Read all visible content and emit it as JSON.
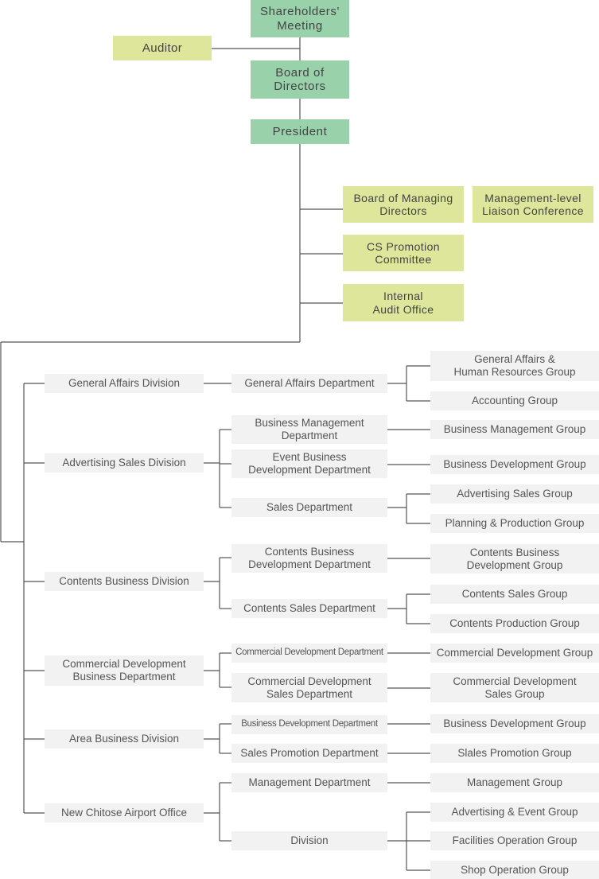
{
  "top": {
    "shareholders": "Shareholders'\nMeeting",
    "auditor": "Auditor",
    "board": "Board of\nDirectors",
    "president": "President",
    "managing": "Board of Managing\nDirectors",
    "liaison": "Management-level\nLiaison Conference",
    "cs": "CS Promotion\nCommittee",
    "audit_office": "Internal\nAudit Office"
  },
  "divisions": {
    "general_affairs": "General Affairs Division",
    "advertising_sales": "Advertising Sales Division",
    "contents_business": "Contents Business Division",
    "commercial_development": "Commercial Development\nBusiness Department",
    "area_business": "Area Business Division",
    "new_chitose": "New Chitose Airport Office"
  },
  "departments": {
    "general_affairs": "General Affairs Department",
    "business_management": "Business Management\nDepartment",
    "event_business": "Event Business\nDevelopment Department",
    "sales": "Sales Department",
    "contents_business_dev": "Contents Business\nDevelopment Department",
    "contents_sales": "Contents Sales Department",
    "commercial_dev": "Commercial Development Department",
    "commercial_dev_sales": "Commercial Development\nSales Department",
    "business_dev": "Business Development Department",
    "sales_promotion": "Sales Promotion Department",
    "management": "Management Department",
    "division": "Division"
  },
  "groups": {
    "general_affairs_hr": "General Affairs &\nHuman Resources Group",
    "accounting": "Accounting Group",
    "business_management": "Business Management Group",
    "business_development_1": "Business Development Group",
    "advertising_sales": "Advertising Sales Group",
    "planning_production": "Planning & Production Group",
    "contents_business_dev": "Contents Business\nDevelopment Group",
    "contents_sales": "Contents Sales Group",
    "contents_production": "Contents Production Group",
    "commercial_development": "Commercial Development Group",
    "commercial_dev_sales": "Commercial Development\nSales Group",
    "business_development_2": "Business Development Group",
    "sales_promotion": "Slales Promotion Group",
    "management": "Management Group",
    "advertising_event": "Advertising & Event Group",
    "facilities_operation": "Facilities Operation Group",
    "shop_operation": "Shop Operation Group"
  },
  "colors": {
    "executive": "#99d1ab",
    "auxiliary": "#dde69a",
    "unit": "#f2f2f2",
    "line": "#555555"
  }
}
